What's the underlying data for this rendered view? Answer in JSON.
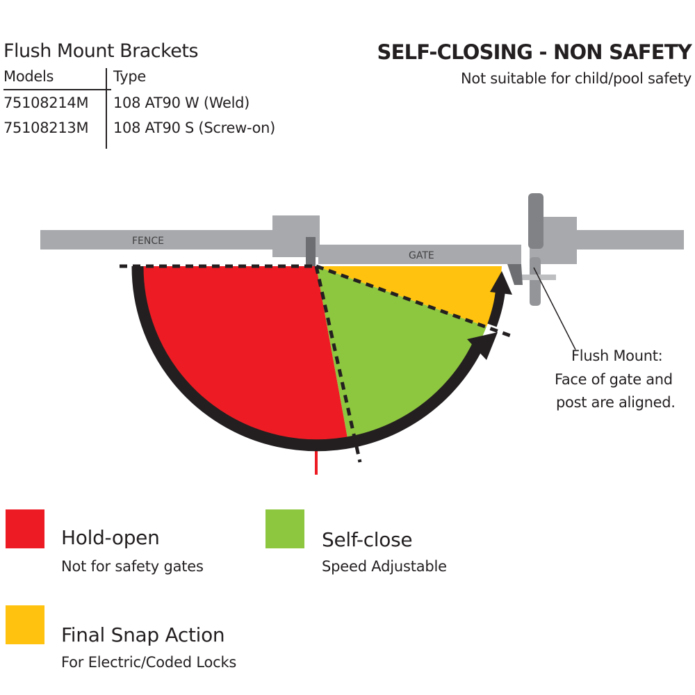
{
  "header": {
    "title": "Flush Mount Brackets",
    "columns": [
      "Models",
      "Type"
    ],
    "rows": [
      {
        "model": "75108214M",
        "type": "108 AT90 W (Weld)"
      },
      {
        "model": "75108213M",
        "type": "108 AT90 S (Screw-on)"
      }
    ],
    "right_title": "SELF-CLOSING - NON SAFETY",
    "right_subtitle": "Not suitable for child/pool safety"
  },
  "diagram": {
    "fence_label": "FENCE",
    "gate_label": "GATE",
    "note_lines": [
      "Flush Mount:",
      "Face of gate and",
      "post are aligned."
    ],
    "colors": {
      "hold_open": "#ed1c24",
      "self_close": "#8dc63f",
      "snap": "#ffc20e",
      "post": "#a7a9ac",
      "arrow": "#231f20"
    }
  },
  "legend": [
    {
      "title": "Hold-open",
      "subtitle": "Not for safety gates",
      "color": "#ed1c24"
    },
    {
      "title": "Self-close",
      "subtitle": "Speed Adjustable",
      "color": "#8dc63f"
    },
    {
      "title": "Final Snap Action",
      "subtitle": "For Electric/Coded Locks",
      "color": "#ffc20e"
    }
  ]
}
